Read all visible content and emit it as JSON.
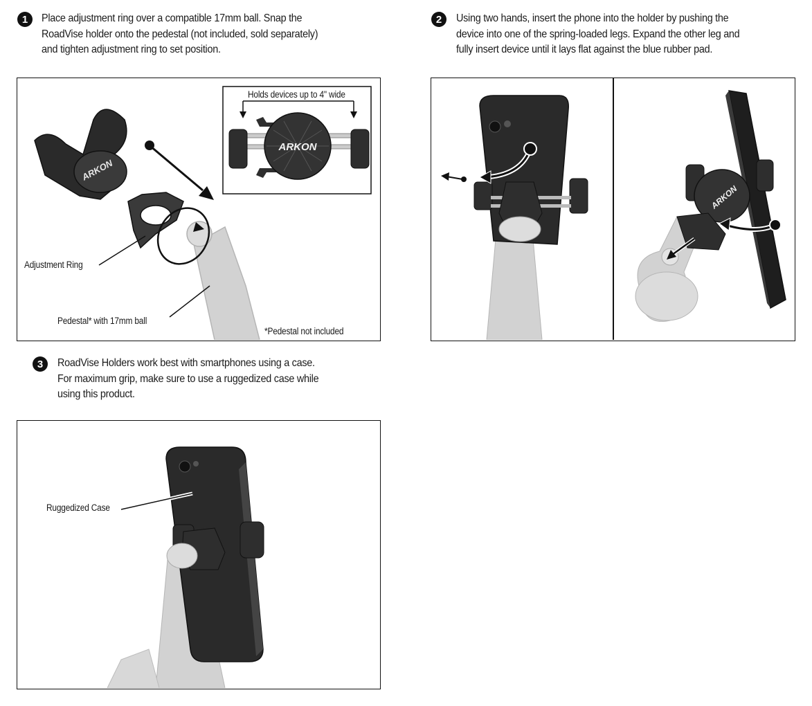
{
  "steps": [
    {
      "number": "1",
      "text": "Place adjustment ring over a compatible 17mm ball. Snap the\nRoadVise holder onto the pedestal (not included, sold separately)\nand tighten adjustment ring to set position."
    },
    {
      "number": "2",
      "text": "Using two hands, insert the phone into the holder by pushing the\ndevice into one of the spring-loaded legs. Expand the other leg and\nfully insert device until it lays flat against the blue rubber pad."
    },
    {
      "number": "3",
      "text": "RoadVise Holders work best with smartphones using a case.\nFor maximum  grip, make sure to use a ruggedized case while\nusing this product."
    }
  ],
  "labels": {
    "inset_width": "Holds devices up to 4\" wide",
    "brand": "ARKON",
    "adjustment_ring": "Adjustment Ring",
    "pedestal": "Pedestal* with 17mm ball",
    "pedestal_note": "*Pedestal not included",
    "ruggedized_case": "Ruggedized Case"
  }
}
